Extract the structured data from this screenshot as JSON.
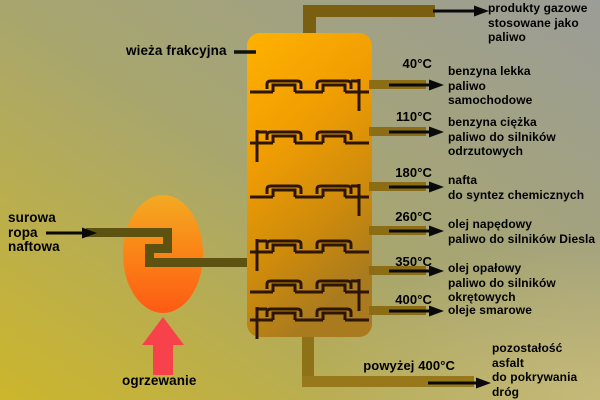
{
  "diagram": {
    "tower_label": "wieża frakcyjna",
    "feed_label": "surowa\nropa\nnaftowa",
    "heating_label": "ogrzewanie"
  },
  "outlets": [
    {
      "product": "produkty gazowe\nstosowane jako\npaliwo"
    },
    {
      "temp": "40°C",
      "product": "benzyna lekka\npaliwo\nsamochodowe"
    },
    {
      "temp": "110°C",
      "product": "benzyna ciężka\npaliwo do silników\nodrzutowych"
    },
    {
      "temp": "180°C",
      "product": "nafta\ndo syntez chemicznych"
    },
    {
      "temp": "260°C",
      "product": "olej napędowy\npaliwo do silników Diesla"
    },
    {
      "temp": "350°C",
      "product": "olej opałowy\npaliwo do silników\nokrętowych"
    },
    {
      "temp": "400°C",
      "product": "oleje smarowe"
    },
    {
      "temp": "powyżej 400°C",
      "product": "pozostałość\nasfalt\ndo pokrywania\ndróg"
    }
  ],
  "colors": {
    "background_gray": "#9b9d98",
    "background_yellow": "#ccb62c",
    "tower_top": "#ffb200",
    "tower_bottom": "#aa7b1e",
    "furnace_top": "#f3aa22",
    "furnace_bottom": "#fe5a14",
    "pipe_light": "#97791c",
    "pipe": "#8a6d15",
    "pipe_dark": "#5d5210",
    "tray_line": "#2d1503",
    "heat_arrow": "#f8424b",
    "text": "#000000"
  }
}
